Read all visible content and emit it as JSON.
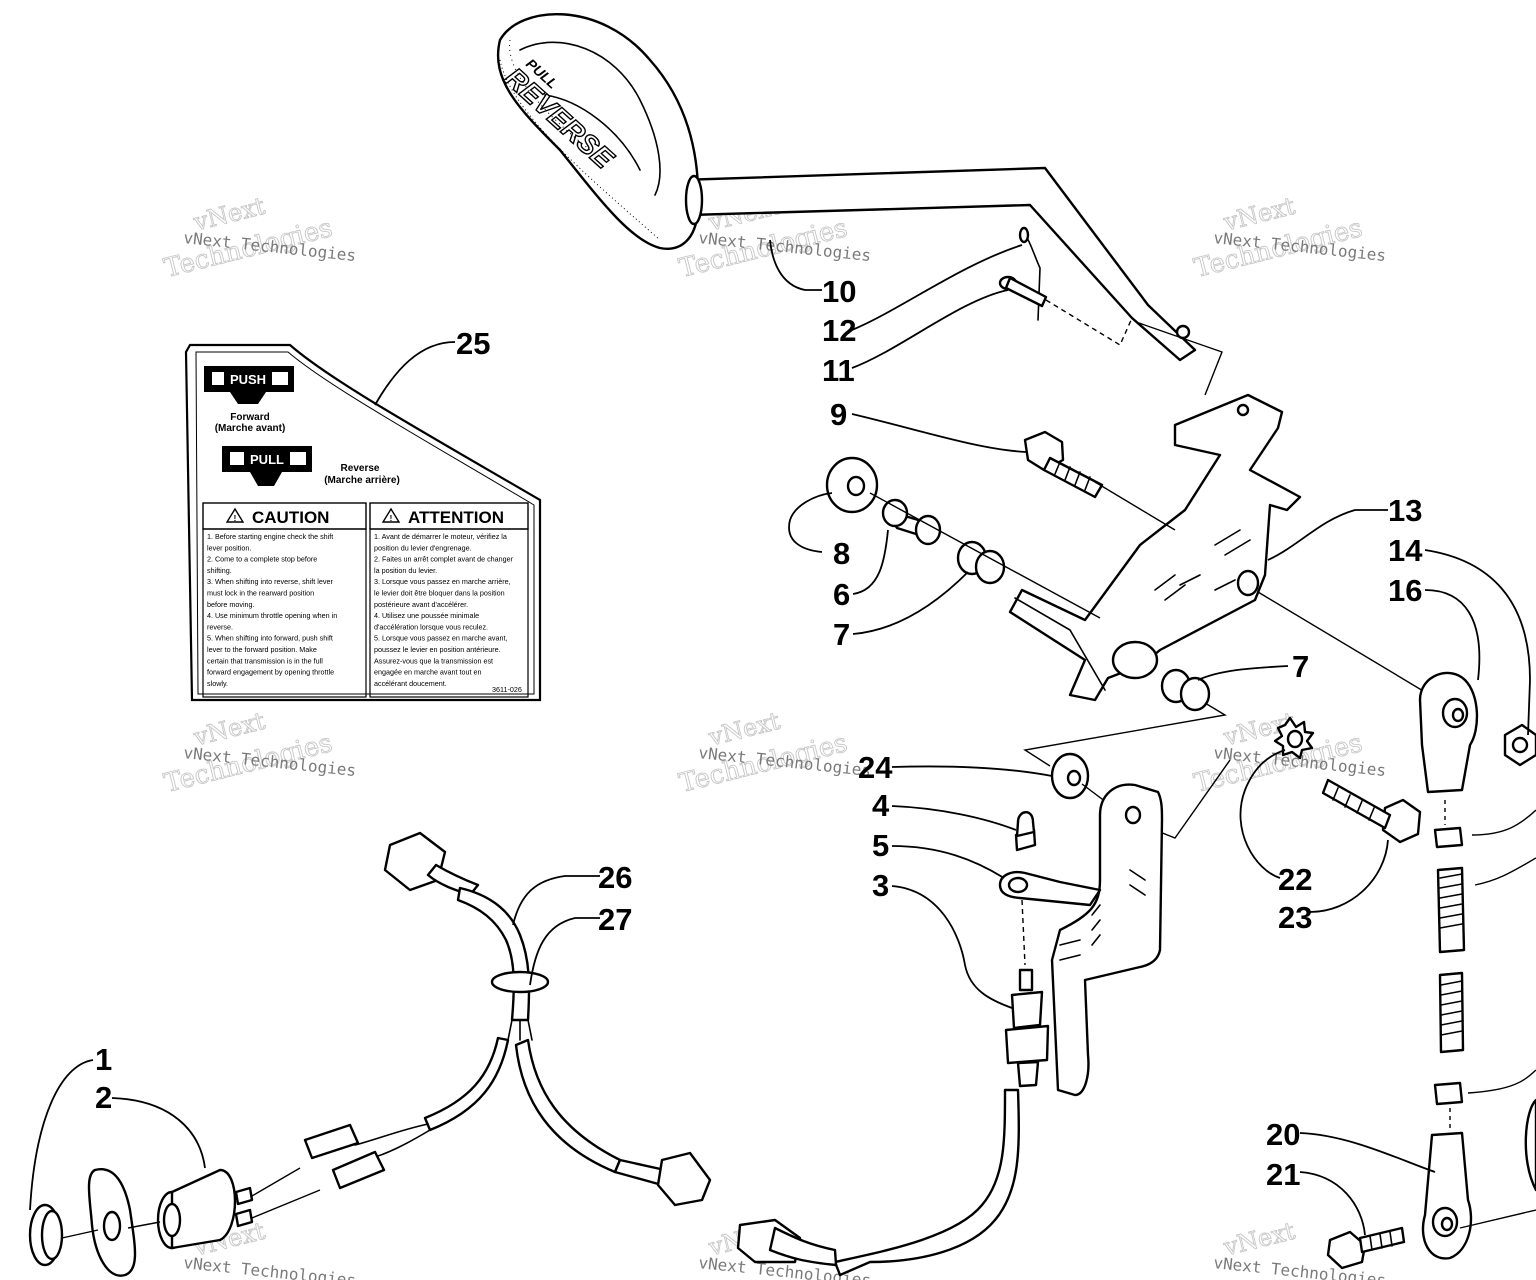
{
  "callouts": [
    {
      "id": "c1",
      "num": "1"
    },
    {
      "id": "c2",
      "num": "2"
    },
    {
      "id": "c3",
      "num": "3"
    },
    {
      "id": "c4",
      "num": "4"
    },
    {
      "id": "c5",
      "num": "5"
    },
    {
      "id": "c6",
      "num": "6"
    },
    {
      "id": "c7a",
      "num": "7"
    },
    {
      "id": "c7b",
      "num": "7"
    },
    {
      "id": "c8",
      "num": "8"
    },
    {
      "id": "c9",
      "num": "9"
    },
    {
      "id": "c10",
      "num": "10"
    },
    {
      "id": "c11",
      "num": "11"
    },
    {
      "id": "c12",
      "num": "12"
    },
    {
      "id": "c13",
      "num": "13"
    },
    {
      "id": "c14",
      "num": "14"
    },
    {
      "id": "c16",
      "num": "16"
    },
    {
      "id": "c20",
      "num": "20"
    },
    {
      "id": "c21",
      "num": "21"
    },
    {
      "id": "c22",
      "num": "22"
    },
    {
      "id": "c23",
      "num": "23"
    },
    {
      "id": "c24",
      "num": "24"
    },
    {
      "id": "c25",
      "num": "25"
    },
    {
      "id": "c26",
      "num": "26"
    },
    {
      "id": "c27",
      "num": "27"
    }
  ],
  "watermark": {
    "big": "vNext",
    "big2": "Technologies",
    "small": "vNext Technologies"
  },
  "handle": {
    "word1": "PULL",
    "word2": "REVERSE"
  },
  "decal": {
    "push_label": "PUSH",
    "forward": "Forward",
    "forward_fr": "(Marche avant)",
    "pull_label": "PULL",
    "reverse": "Reverse",
    "reverse_fr": "(Marche arrière)",
    "caution_title": "CAUTION",
    "attention_title": "ATTENTION",
    "caution_lines": [
      "1. Before starting engine check the shift",
      "    lever  position.",
      "2. Come to a complete stop before",
      "    shifting.",
      "3. When shifting into reverse, shift lever",
      "    must lock in the rearward position",
      "    before  moving.",
      "4. Use minimum throttle opening when in",
      "    reverse.",
      "5. When shifting into forward, push shift",
      "    lever to the forward position. Make",
      "    certain that transmission is in the full",
      "    forward engagement by opening  throttle",
      "    slowly."
    ],
    "attention_lines": [
      "1. Avant de démarrer le moteur, vérifiez la",
      "    position du levier d'engrenage.",
      "2. Faites un arrêt complet avant de  changer",
      "    la position du levier.",
      "3. Lorsque vous passez en marche arrière,",
      "    le levier doit être bloquer dans la  position",
      "    postérieure avant d'accélérer.",
      "4. Utilisez une poussée minimale",
      "    d'accélération lorsque vous reculez.",
      "5. Lorsque vous passez en marche avant,",
      "    poussez le levier en position antérieure.",
      "    Assurez-vous que la transmission est",
      "    engagée en marche avant tout en",
      "    accélérant doucement."
    ],
    "code": "3611-026"
  }
}
